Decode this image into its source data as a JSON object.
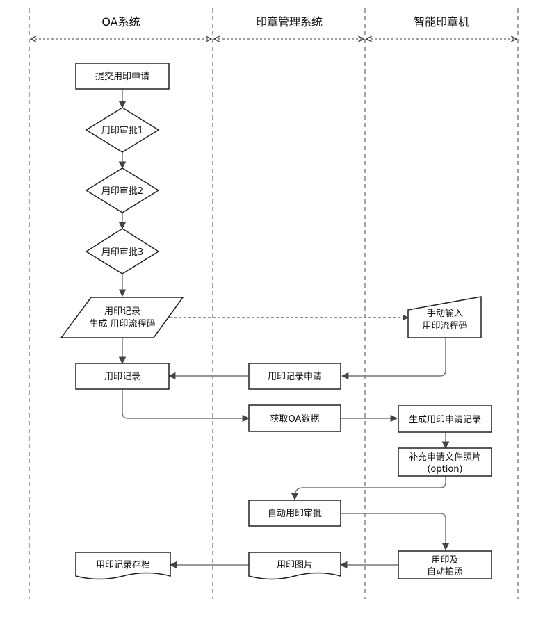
{
  "colors": {
    "stroke": "#222222",
    "edge": "#777777",
    "lane": "#666666",
    "background": "#ffffff"
  },
  "lanes": [
    {
      "title": "OA系统"
    },
    {
      "title": "印章管理系统"
    },
    {
      "title": "智能印章机"
    }
  ],
  "nodes": {
    "submit": [
      "提交用印申请"
    ],
    "approval1": [
      "用印审批1"
    ],
    "approval2": [
      "用印审批2"
    ],
    "approval3": [
      "用印审批3"
    ],
    "generate_code": [
      "用印记录",
      "生成 用印流程码"
    ],
    "manual_input": [
      "手动输入",
      "用印流程码"
    ],
    "record_oa": [
      "用印记录"
    ],
    "record_request": [
      "用印记录申请"
    ],
    "fetch_oa": [
      "获取OA数据"
    ],
    "create_record": [
      "生成用印申请记录"
    ],
    "attach_photos": [
      "补充申请文件照片",
      "(option)"
    ],
    "auto_approval": [
      "自动用印审批"
    ],
    "stamp_photo": [
      "用印及",
      "自动拍照"
    ],
    "stamp_image": [
      "用印图片"
    ],
    "archive": [
      "用印记录存档"
    ]
  }
}
